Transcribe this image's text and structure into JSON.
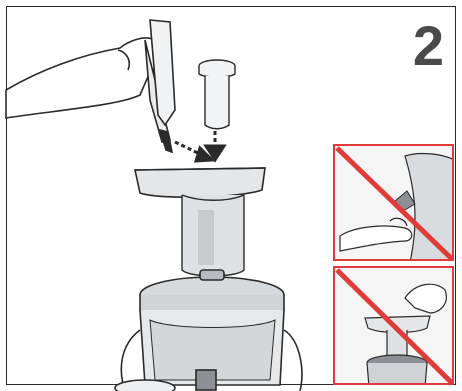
{
  "step": {
    "number": "2"
  },
  "colors": {
    "line": "#2a2a2a",
    "body_grey": "#cfd3d6",
    "dark_grey": "#8c9094",
    "prohibit_red": "#e03b3b",
    "panel_bg": "#f5f5f5"
  },
  "panels": [
    {
      "name": "warning-1",
      "kind": "prohibited"
    },
    {
      "name": "warning-2",
      "kind": "prohibited"
    }
  ]
}
